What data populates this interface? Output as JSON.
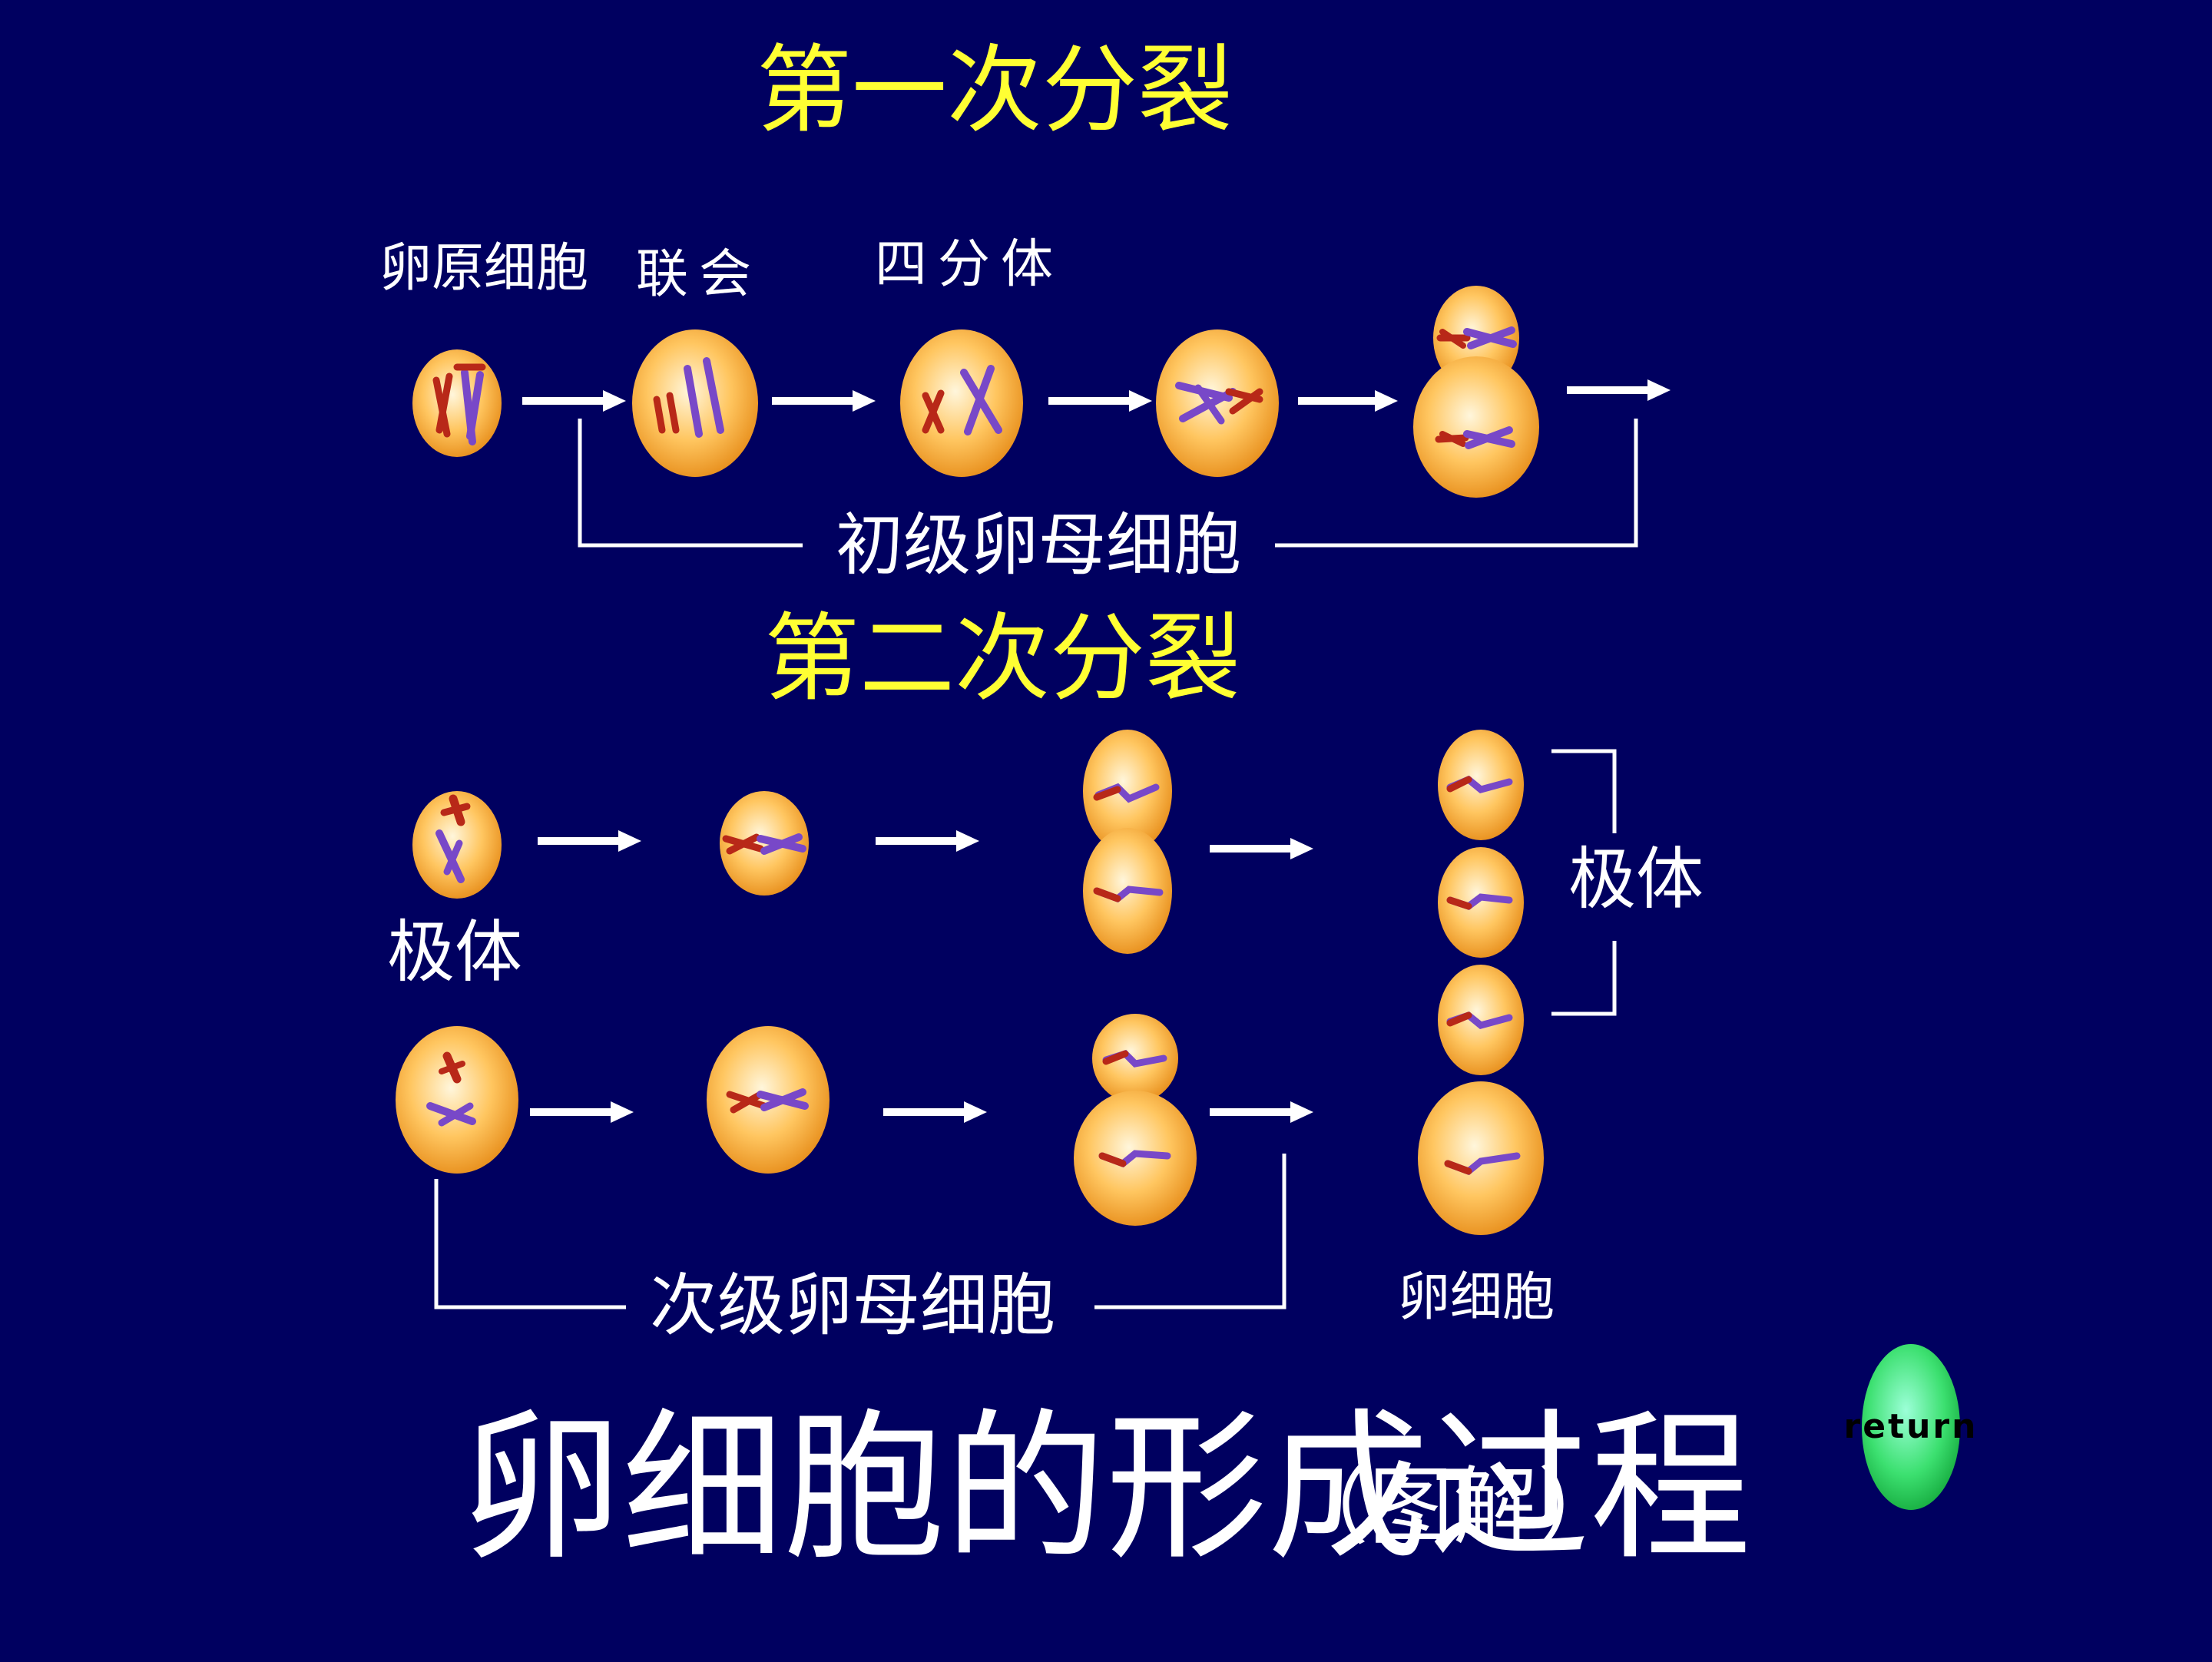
{
  "titles": {
    "first_division": "第一次分裂",
    "second_division": "第二次分裂",
    "main": "卵细胞的形成过程",
    "main_suffix": "（图解）"
  },
  "labels": {
    "oogonium": "卵原细胞",
    "synapsis": "联会",
    "tetrad": "四分体",
    "primary_oocyte": "初级卵母细胞",
    "polar_body_left": "极体",
    "polar_body_right": "极体",
    "secondary_oocyte": "次级卵母细胞",
    "egg_cell": "卵细胞"
  },
  "return_button": {
    "label": "return"
  },
  "colors": {
    "background": "#000060",
    "title_yellow": "#ffff33",
    "cell_light": "#fff3d0",
    "cell_mid": "#ffc860",
    "cell_edge": "#e89020",
    "chromosome_red": "#b82818",
    "chromosome_purple": "#7848c8",
    "return_button": "#3ce070"
  }
}
